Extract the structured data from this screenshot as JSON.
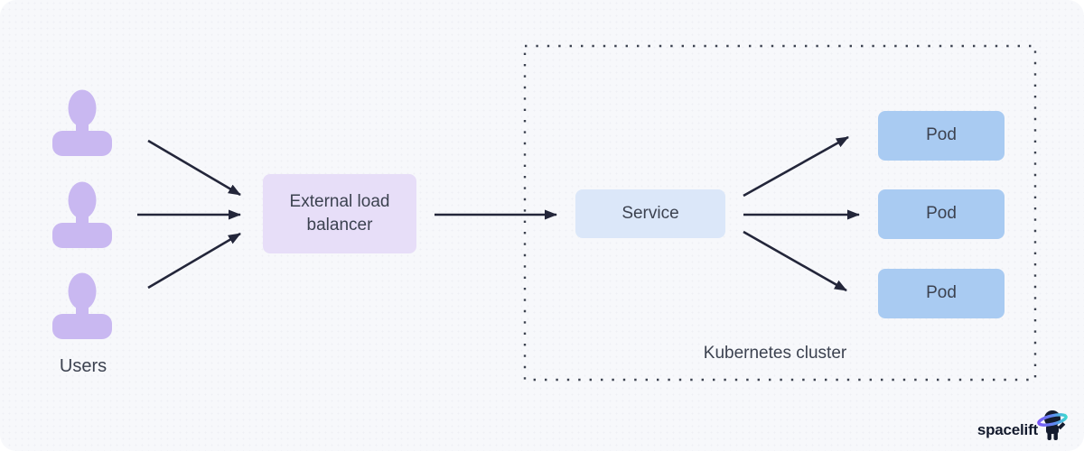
{
  "diagram": {
    "users": {
      "label": "Users",
      "count": 3,
      "icon": "user-silhouette-icon"
    },
    "load_balancer": {
      "label": "External load balancer"
    },
    "cluster": {
      "label": "Kubernetes cluster",
      "service": {
        "label": "Service"
      },
      "pods": [
        {
          "label": "Pod"
        },
        {
          "label": "Pod"
        },
        {
          "label": "Pod"
        }
      ]
    }
  },
  "branding": {
    "logo_text": "spacelift",
    "logo_icon": "astronaut-saturn-ring-icon"
  },
  "colors": {
    "background": "#f7f8fb",
    "user_icon": "#c9b8f1",
    "lb_box": "#e7def8",
    "service_box": "#dbe7f9",
    "pod_box": "#a9cbf2",
    "arrow": "#23263a",
    "text": "#3c4250",
    "cluster_border": "#3c4250",
    "logo_text": "#141b2e",
    "ring_start": "#7b57f7",
    "ring_mid": "#5f8cf2",
    "ring_end": "#3dd6d0"
  }
}
